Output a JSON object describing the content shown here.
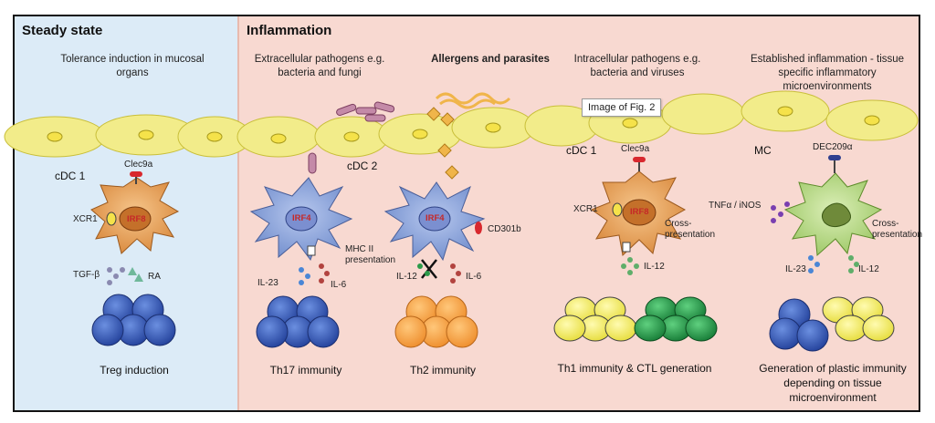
{
  "sections": {
    "steady": "Steady state",
    "inflammation": "Inflammation"
  },
  "columns": [
    {
      "title": "Tolerance induction in mucosal organs"
    },
    {
      "title": "Extracellular pathogens e.g. bacteria and fungi"
    },
    {
      "title": "Allergens and parasites"
    },
    {
      "title": "Intracellular pathogens e.g. bacteria and viruses"
    },
    {
      "title": "Established inflammation - tissue specific inflammatory microenvironments"
    }
  ],
  "cells": {
    "cdc1_left": "cDC 1",
    "cdc2": "cDC 2",
    "cdc1_right": "cDC 1",
    "mc": "MC"
  },
  "markers": {
    "clec9a_1": "Clec9a",
    "xcr1_1": "XCR1",
    "irf8_1": "IRF8",
    "tgfb": "TGF-β",
    "ra": "RA",
    "irf4_1": "IRF4",
    "irf4_2": "IRF4",
    "mhc2": "MHC II presentation",
    "cd301b": "CD301b",
    "il23_1": "IL-23",
    "il6_1": "IL-6",
    "il12_1": "IL-12",
    "il6_2": "IL-6",
    "clec9a_2": "Clec9a",
    "xcr1_2": "XCR1",
    "irf8_2": "IRF8",
    "cross1": "Cross-presentation",
    "il12_2": "IL-12",
    "dec209": "DEC209α",
    "tnfa": "TNFα / iNOS",
    "cross2": "Cross-presentation",
    "il23_2": "IL-23",
    "il12_3": "IL-12"
  },
  "outcomes": [
    "Treg induction",
    "Th17 immunity",
    "Th2 immunity",
    "Th1 immunity & CTL generation",
    "Generation of plastic immunity depending on tissue microenvironment"
  ],
  "tooltip": "Image of Fig. 2",
  "colors": {
    "steady_bg": "#dcebf7",
    "inflam_bg": "#f8d9d1",
    "epithelium": "#f2ec8a",
    "cdc1": "#e9a35b",
    "cdc2": "#8fa7d8",
    "mc": "#b9d98a",
    "treg": "#3d5fb8",
    "th2": "#f2a34a",
    "th1": "#f3ef6a",
    "ctl": "#2c9a4a"
  }
}
